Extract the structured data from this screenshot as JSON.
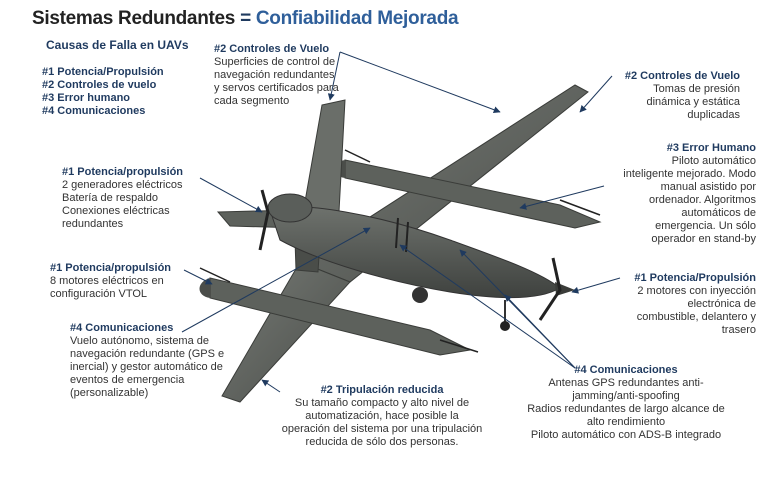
{
  "title": {
    "part1": "Sistemas Redundantes",
    "separator": "=",
    "part2": "Confiabilidad Mejorada"
  },
  "causes": {
    "heading": "Causas de Falla en UAVs",
    "items": [
      "#1 Potencia/Propulsión",
      "#2 Controles de vuelo",
      "#3 Error humano",
      "#4 Comunicaciones"
    ]
  },
  "annotations": {
    "controls_top": {
      "heading": "#2 Controles de Vuelo",
      "lines": [
        "Superficies de control de",
        "navegación redundantes",
        "y servos certificados para",
        "cada segmento"
      ]
    },
    "controls_right": {
      "heading": "#2 Controles de Vuelo",
      "lines": [
        "Tomas de presión",
        "dinámica y estática",
        "duplicadas"
      ]
    },
    "human_error": {
      "heading": "#3 Error Humano",
      "lines": [
        "Piloto automático",
        "inteligente mejorado. Modo",
        "manual asistido por",
        "ordenador. Algoritmos",
        "automáticos de",
        "emergencia. Un sólo",
        "operador en stand-by"
      ]
    },
    "power_left": {
      "heading": "#1 Potencia/propulsión",
      "lines": [
        "2 generadores eléctricos",
        "Batería de respaldo",
        "Conexiones eléctricas",
        "redundantes"
      ]
    },
    "power_vtol": {
      "heading": "#1 Potencia/propulsión",
      "lines": [
        "8 motores eléctricos en",
        "configuración VTOL"
      ]
    },
    "power_right": {
      "heading": "#1 Potencia/Propulsión",
      "lines": [
        "2 motores con inyección",
        "electrónica de",
        "combustible, delantero y",
        "trasero"
      ]
    },
    "comms_left": {
      "heading": "#4 Comunicaciones",
      "lines": [
        "Vuelo autónomo, sistema de",
        "navegación redundante (GPS e",
        "inercial) y gestor automático de",
        "eventos de emergencia",
        "(personalizable)"
      ]
    },
    "crew": {
      "heading": "#2 Tripulación reducida",
      "lines": [
        "Su tamaño compacto y alto nivel de",
        "automatización, hace posible la",
        "operación del sistema por una tripulación",
        "reducida de sólo dos personas."
      ]
    },
    "comms_right": {
      "heading": "#4 Comunicaciones",
      "lines": [
        "Antenas GPS redundantes anti-",
        "jamming/anti-spoofing",
        "Radios redundantes de largo alcance de",
        "alto rendimiento",
        "Piloto automático con ADS-B integrado"
      ]
    }
  },
  "colors": {
    "accent": "#1f3a5f",
    "accent_light": "#2f5f9a",
    "aircraft": "#5a5e5a"
  }
}
